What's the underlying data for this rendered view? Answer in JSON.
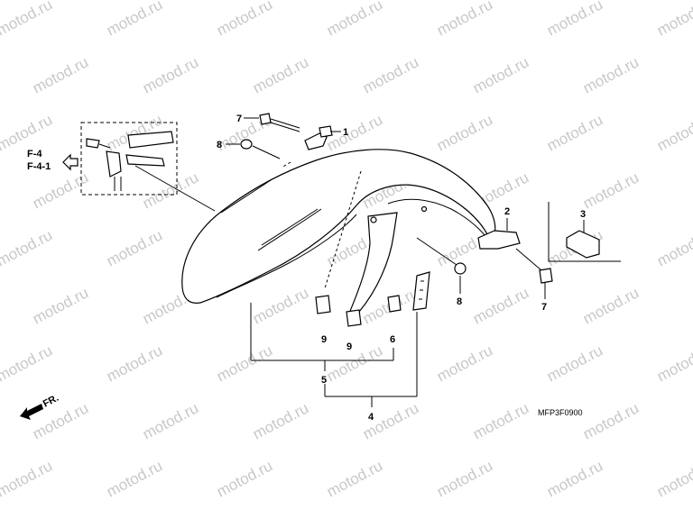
{
  "watermark": "motod.ru",
  "diagram_code": "MFP3F0900",
  "direction_label": "FR.",
  "references": [
    "F-4",
    "F-4-1"
  ],
  "callouts": {
    "c1": "1",
    "c2": "2",
    "c3": "3",
    "c4": "4",
    "c5": "5",
    "c6": "6",
    "c7a": "7",
    "c7b": "7",
    "c8a": "8",
    "c8b": "8",
    "c9a": "9",
    "c9b": "9"
  }
}
